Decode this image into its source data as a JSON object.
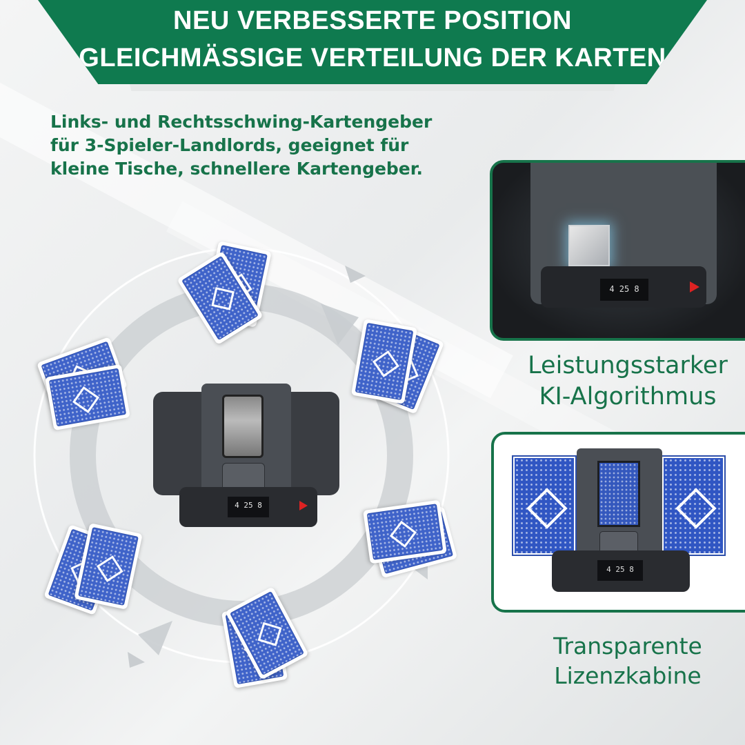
{
  "header": {
    "line1": "NEU VERBESSERTE POSITION",
    "line2": "GLEICHMÄSSIGE VERTEILUNG DER KARTEN"
  },
  "description": "Links- und Rechtsschwing-Kartengeber für 3-Spieler-Landlords, geeignet für kleine Tische, schnellere Kartengeber.",
  "features": [
    {
      "line1": "Leistungsstarker",
      "line2": "KI-Algorithmus"
    },
    {
      "line1": "Transparente",
      "line2": "Lizenzkabine"
    }
  ],
  "colors": {
    "brand_green": "#0f7a4f",
    "text_green": "#17734a",
    "card_blue": "#3f63c9",
    "device_dark": "#2a2c30",
    "play_red": "#dd2222"
  },
  "icons": [
    "rotation-arrow-icon",
    "play-icon",
    "dpad-icon",
    "chip-icon"
  ]
}
